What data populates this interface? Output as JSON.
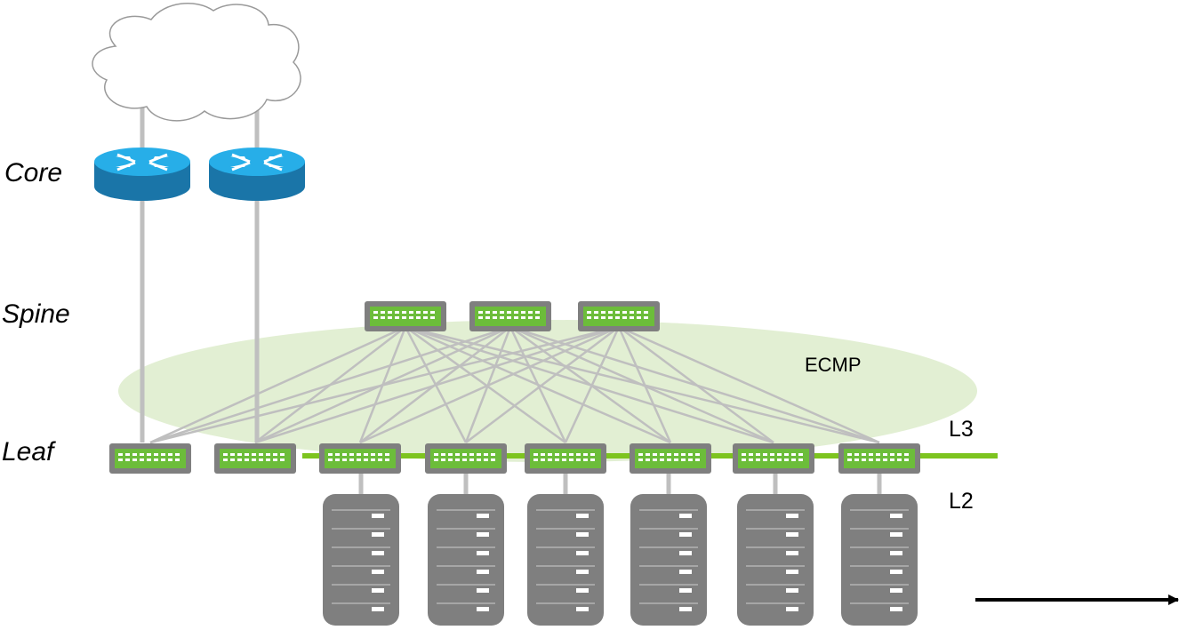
{
  "tiers": {
    "core": "Core",
    "spine": "Spine",
    "leaf": "Leaf"
  },
  "labels": {
    "ecmp": "ECMP",
    "l3": "L3",
    "l2": "L2"
  },
  "colors": {
    "background": "#ffffff",
    "link": "#bfbfbf",
    "l3_line": "#7dc41f",
    "ecmp_zone": "#e2efd3",
    "switch_body": "#7f7f7f",
    "switch_face": "#6cbd3a",
    "router_top": "#27aee8",
    "router_side": "#1a75a8",
    "server": "#7f7f7f",
    "arrow": "#000000"
  },
  "topology": {
    "core_routers": 2,
    "spine_switches": 3,
    "leaf_switches": 8,
    "server_racks": 6,
    "icons": [
      "cloud-icon",
      "router-icon",
      "switch-icon",
      "server-rack-icon",
      "arrow-icon"
    ]
  }
}
